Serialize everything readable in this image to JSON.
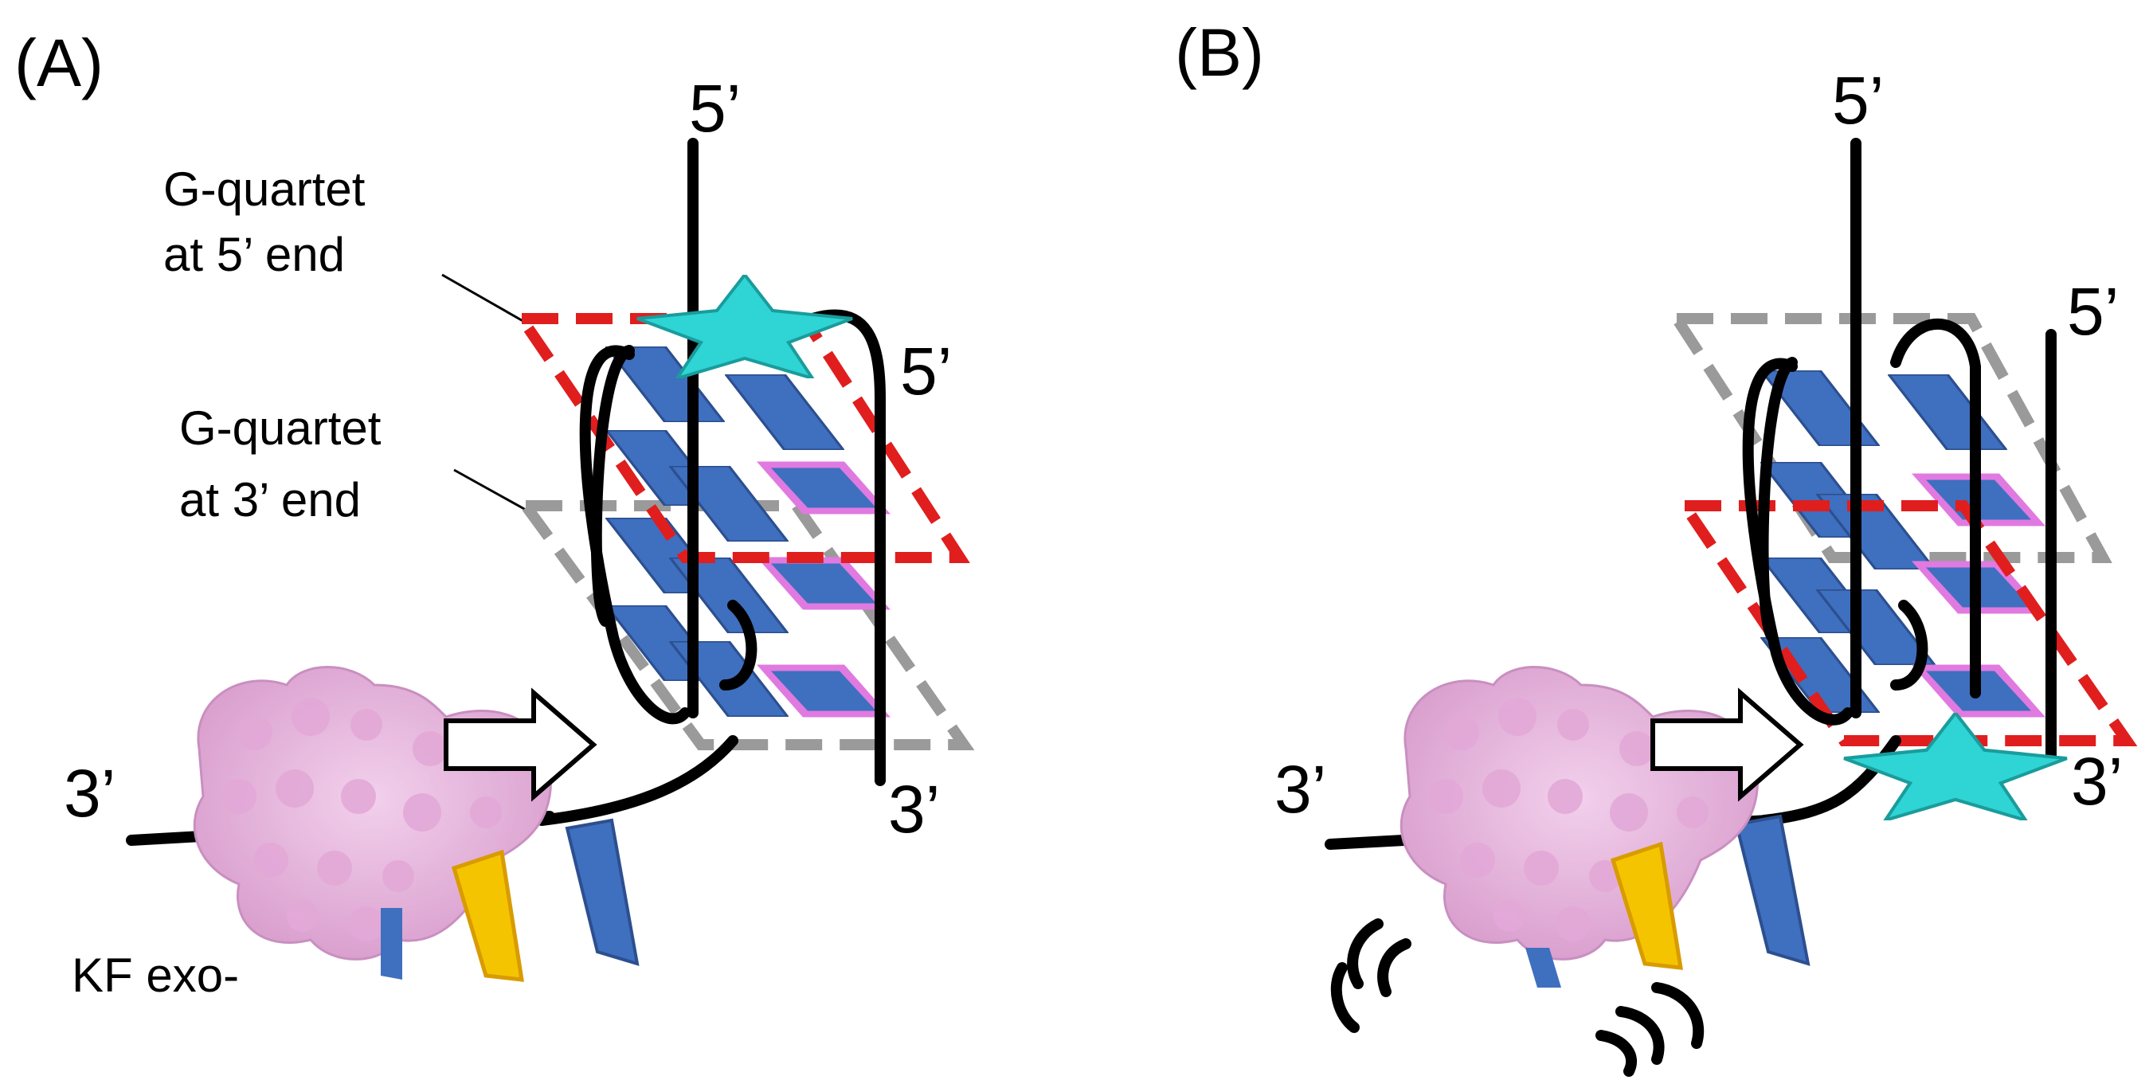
{
  "panels": [
    {
      "label": "(A)",
      "top_strand_5": "5’",
      "side_strand_5": "5’",
      "side_strand_3": "3’",
      "primer_3": "3’",
      "quartet_5_label_line1": "G-quartet",
      "quartet_5_label_line2": "at 5’ end",
      "quartet_3_label_line1": "G-quartet",
      "quartet_3_label_line2": "at 3’ end",
      "enzyme_label": "KF exo-"
    },
    {
      "label": "(B)",
      "top_strand_5": "5’",
      "side_strand_5": "5’",
      "side_strand_3": "3’",
      "primer_3": "3’"
    }
  ],
  "colors": {
    "strand": "#000000",
    "guanine_tile": "#3f6fbf",
    "tile_outline_pink": "#e07ae0",
    "quartet_5_frame": "#e01e1e",
    "quartet_3_frame": "#9a9a9a",
    "ligand_star": "#2fd4d4",
    "enzyme": "#e8b4e0",
    "yellow_base": "#f5c400",
    "arrow_fill": "#ffffff"
  },
  "icons": [
    "ligand-star-icon",
    "polymerase-enzyme-icon",
    "translocation-arrow-icon",
    "release-waves-icon"
  ]
}
